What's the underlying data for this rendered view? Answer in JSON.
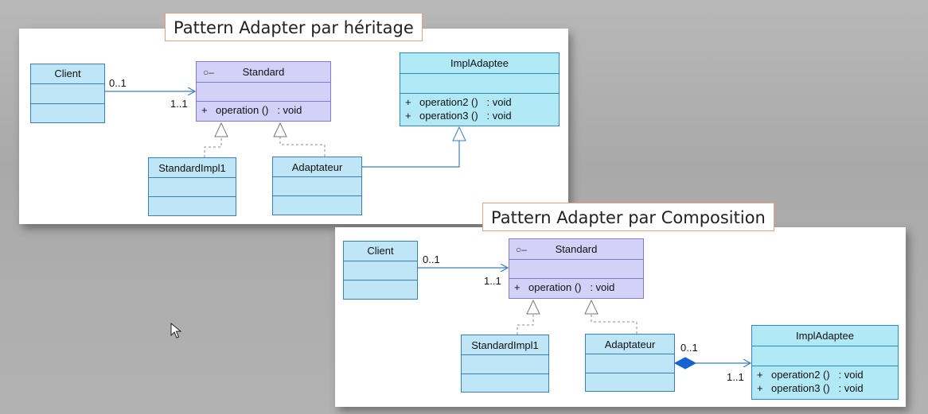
{
  "diagram1": {
    "title": "Pattern Adapter par héritage",
    "client": "Client",
    "standard": {
      "name": "Standard",
      "visibility": "○–",
      "operation": {
        "sign": "+",
        "text": "operation ()   : void"
      }
    },
    "impl_adaptee": {
      "name": "ImplAdaptee",
      "operations": [
        {
          "sign": "+",
          "text": "operation2 ()   : void"
        },
        {
          "sign": "+",
          "text": "operation3 ()   : void"
        }
      ]
    },
    "standard_impl": "StandardImpl1",
    "adapter": "Adaptateur",
    "mult_client": "0..1",
    "mult_standard": "1..1"
  },
  "diagram2": {
    "title": "Pattern Adapter par Composition",
    "client": "Client",
    "standard": {
      "name": "Standard",
      "visibility": "○–",
      "operation": {
        "sign": "+",
        "text": "operation ()   : void"
      }
    },
    "impl_adaptee": {
      "name": "ImplAdaptee",
      "operations": [
        {
          "sign": "+",
          "text": "operation2 ()   : void"
        },
        {
          "sign": "+",
          "text": "operation3 ()   : void"
        }
      ]
    },
    "standard_impl": "StandardImpl1",
    "adapter": "Adaptateur",
    "mult_client": "0..1",
    "mult_standard": "1..1",
    "mult_adapter": "0..1",
    "mult_adaptee": "1..1"
  },
  "colors": {
    "class_blue": "#bfe6f6",
    "class_purple": "#d3d1f7",
    "class_cyan": "#b2e9f7",
    "line": "#3b7fb9",
    "title_border": "#e3a27a"
  },
  "icons": {
    "cursor": "mouse-pointer-icon"
  }
}
